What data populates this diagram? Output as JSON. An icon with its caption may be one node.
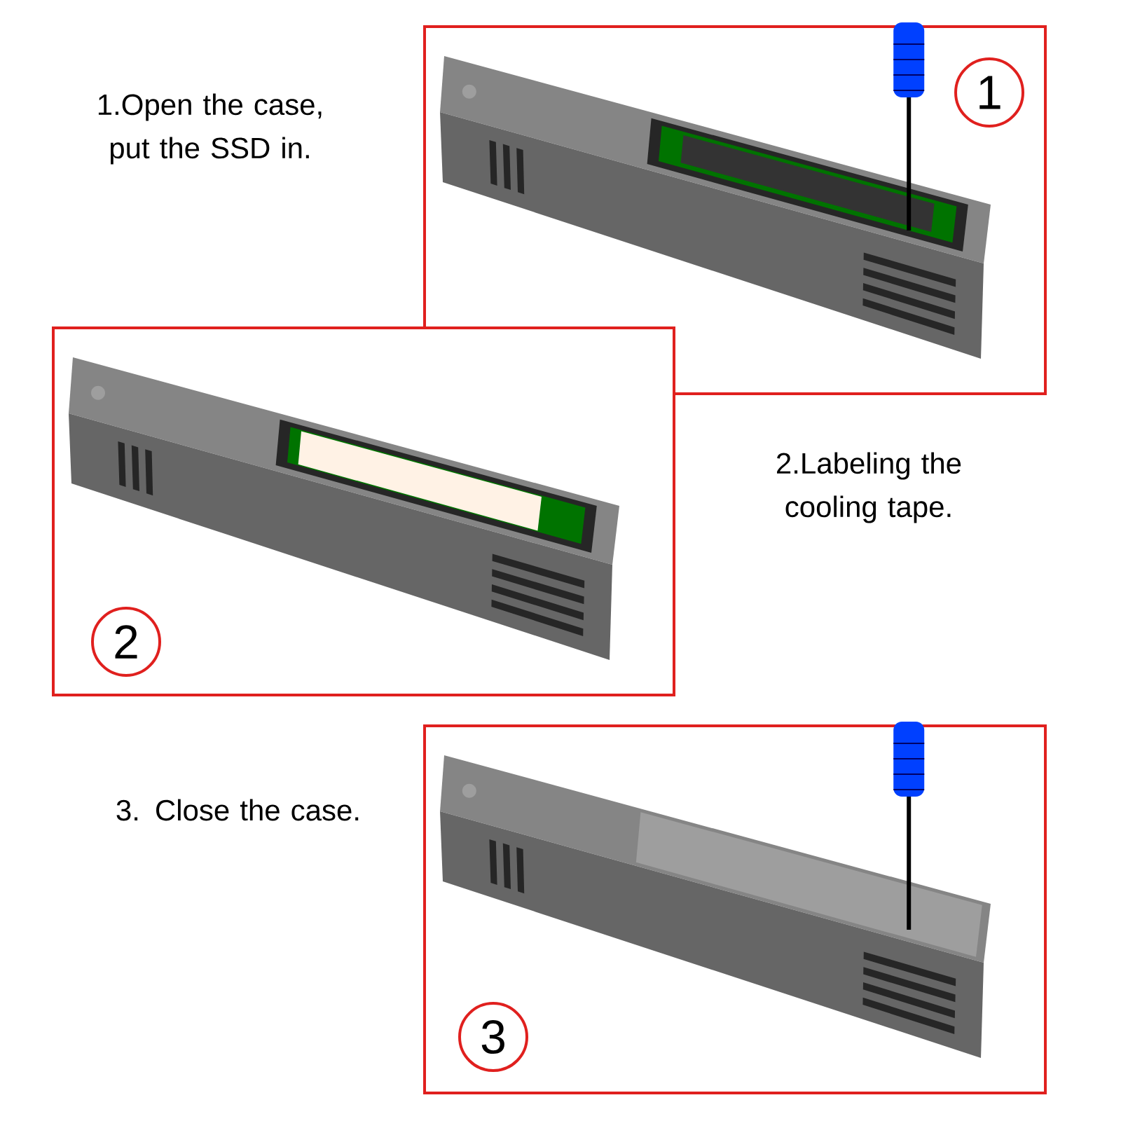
{
  "diagram": {
    "nodes": [
      {
        "text": [],
        "shape": "picture"
      },
      {
        "text": [
          "1"
        ],
        "in": 0
      },
      {
        "text": [],
        "shape": "picture"
      },
      {
        "text": [
          "2"
        ],
        "in": 2
      },
      {
        "text": [],
        "shape": "picture"
      },
      {
        "text": [
          "3"
        ],
        "in": 4
      }
    ],
    "labels": [
      "1.Open the case, put the SSD in.",
      "2.Labeling the cooling tape.",
      "3. Close the case."
    ]
  }
}
